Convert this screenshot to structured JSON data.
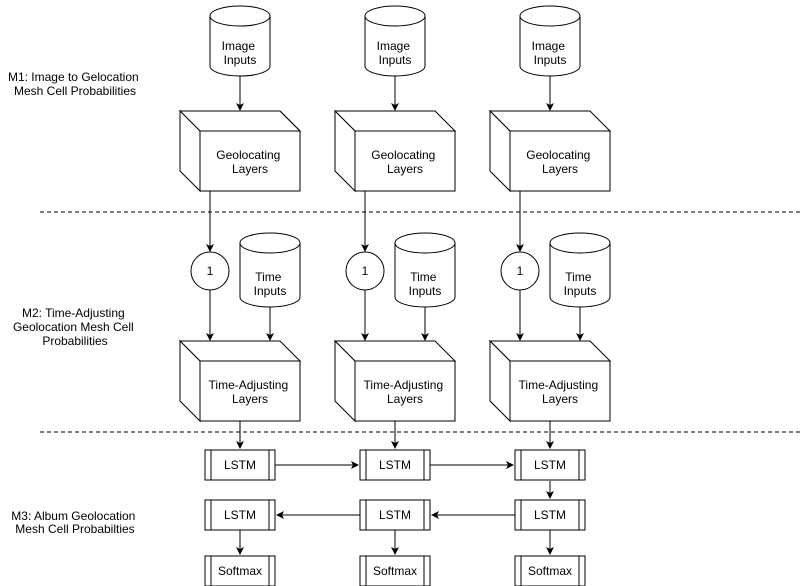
{
  "sections": [
    {
      "id": "m1",
      "label_lines": [
        "M1: Image to Gelocation",
        "Mesh Cell Probabilities"
      ]
    },
    {
      "id": "m2",
      "label_lines": [
        "M2: Time-Adjusting",
        "Geolocation Mesh Cell",
        "Probabilities"
      ]
    },
    {
      "id": "m3",
      "label_lines": [
        "M3: Album Geolocation",
        "Mesh Cell Probabilties"
      ]
    }
  ],
  "columns": [
    {
      "image_input": [
        "Image",
        "Inputs"
      ],
      "geolocating": [
        "Geolocating",
        "Layers"
      ],
      "circle": "1",
      "time_input": [
        "Time",
        "Inputs"
      ],
      "time_adjusting": [
        "Time-Adjusting",
        "Layers"
      ],
      "lstm_forward": "LSTM",
      "lstm_backward": "LSTM",
      "softmax": "Softmax"
    },
    {
      "image_input": [
        "Image",
        "Inputs"
      ],
      "geolocating": [
        "Geolocating",
        "Layers"
      ],
      "circle": "1",
      "time_input": [
        "Time",
        "Inputs"
      ],
      "time_adjusting": [
        "Time-Adjusting",
        "Layers"
      ],
      "lstm_forward": "LSTM",
      "lstm_backward": "LSTM",
      "softmax": "Softmax"
    },
    {
      "image_input": [
        "Image",
        "Inputs"
      ],
      "geolocating": [
        "Geolocating",
        "Layers"
      ],
      "circle": "1",
      "time_input": [
        "Time",
        "Inputs"
      ],
      "time_adjusting": [
        "Time-Adjusting",
        "Layers"
      ],
      "lstm_forward": "LSTM",
      "lstm_backward": "LSTM",
      "softmax": "Softmax"
    }
  ]
}
